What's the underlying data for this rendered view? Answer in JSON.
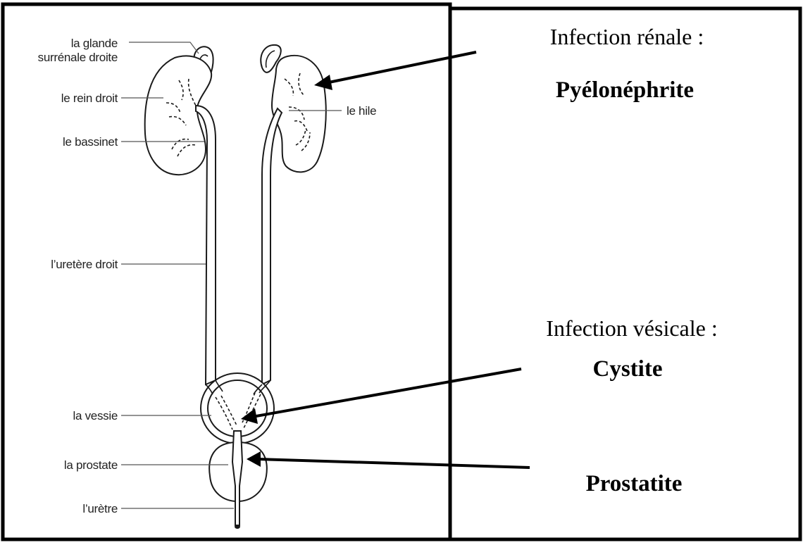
{
  "anatomy_labels": {
    "gland_line1": "la glande",
    "gland_line2": "surrénale droite",
    "right_kidney": "le rein droit",
    "pelvis": "le bassinet",
    "hilum": "le hile",
    "right_ureter": "l’uretère droit",
    "bladder": "la vessie",
    "prostate": "la prostate",
    "urethra": "l’urètre"
  },
  "annotations": {
    "kidney_infection_title": "Infection rénale :",
    "kidney_infection_name": "Pyélonéphrite",
    "bladder_infection_title": "Infection vésicale :",
    "bladder_infection_name": "Cystite",
    "prostate_infection_name": "Prostatite"
  },
  "colors": {
    "outline": "#1a1a1a",
    "frame": "#000000",
    "label_text": "#222222"
  }
}
